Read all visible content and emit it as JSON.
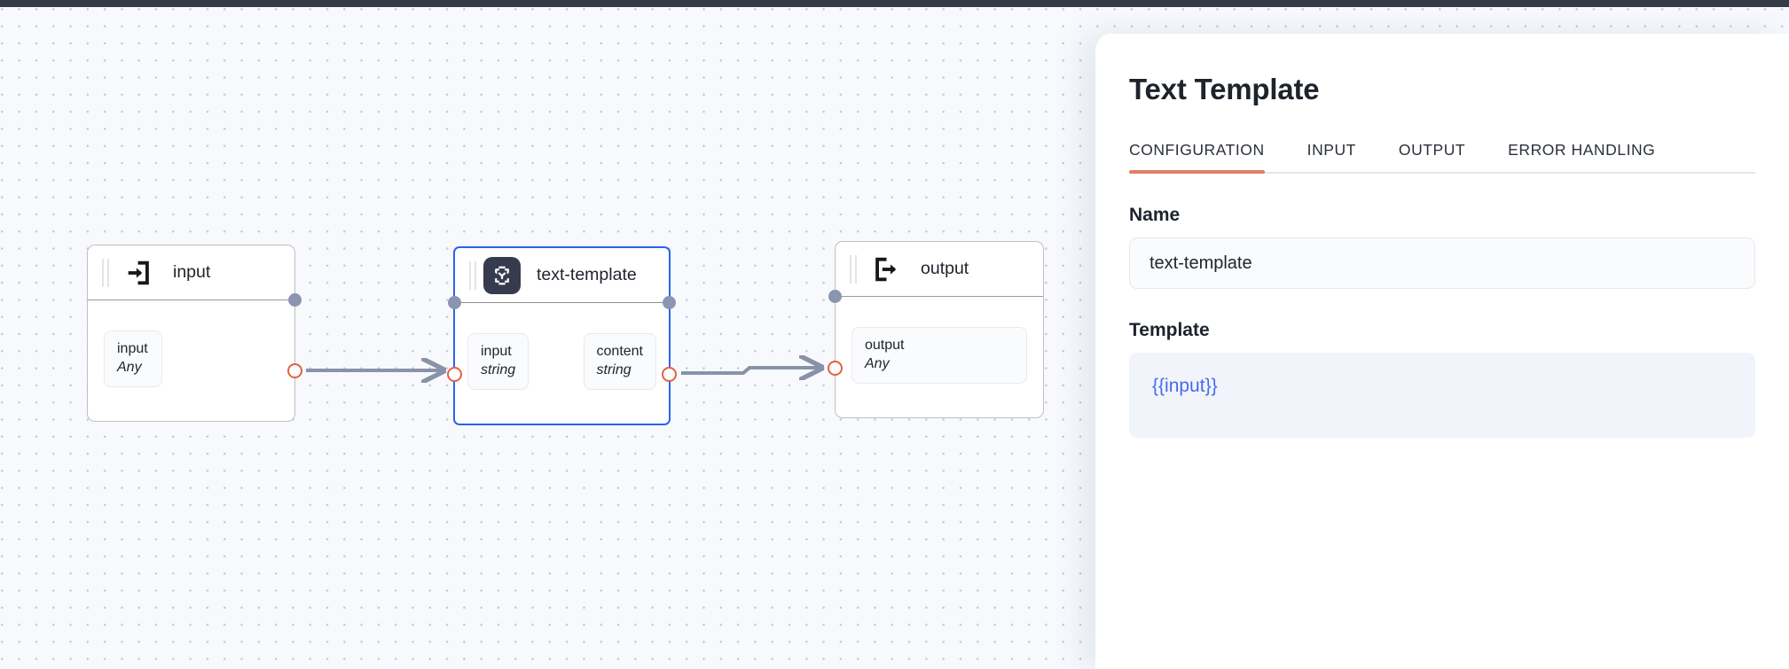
{
  "top_strip": {
    "color": "#343a46"
  },
  "canvas": {
    "background": "#f7f9fd",
    "dot_color": "#c3c8d4",
    "nodes": [
      {
        "id": "input",
        "title": "input",
        "icon": "sign-in-arrow-icon",
        "selected": false,
        "ports": [
          {
            "name": "input",
            "type": "Any"
          }
        ]
      },
      {
        "id": "text-template",
        "title": "text-template",
        "icon": "transform-scan-icon",
        "selected": true,
        "ports": [
          {
            "name": "input",
            "type": "string"
          },
          {
            "name": "content",
            "type": "string"
          }
        ]
      },
      {
        "id": "output",
        "title": "output",
        "icon": "sign-out-arrow-icon",
        "selected": false,
        "ports": [
          {
            "name": "output",
            "type": "Any"
          }
        ]
      }
    ],
    "edge_color": "#8893a8",
    "port_ring_color": "#e2623f",
    "port_dot_color": "#8b95b0",
    "selected_border_color": "#2b63f0"
  },
  "panel": {
    "title": "Text Template",
    "accent_color": "#e08063",
    "tabs": [
      {
        "label": "CONFIGURATION",
        "active": true
      },
      {
        "label": "INPUT",
        "active": false
      },
      {
        "label": "OUTPUT",
        "active": false
      },
      {
        "label": "ERROR HANDLING",
        "active": false
      }
    ],
    "name_field": {
      "label": "Name",
      "value": "text-template",
      "placeholder": "Name"
    },
    "template_field": {
      "label": "Template",
      "value": "{{input}}",
      "code_color": "#466bea"
    }
  }
}
